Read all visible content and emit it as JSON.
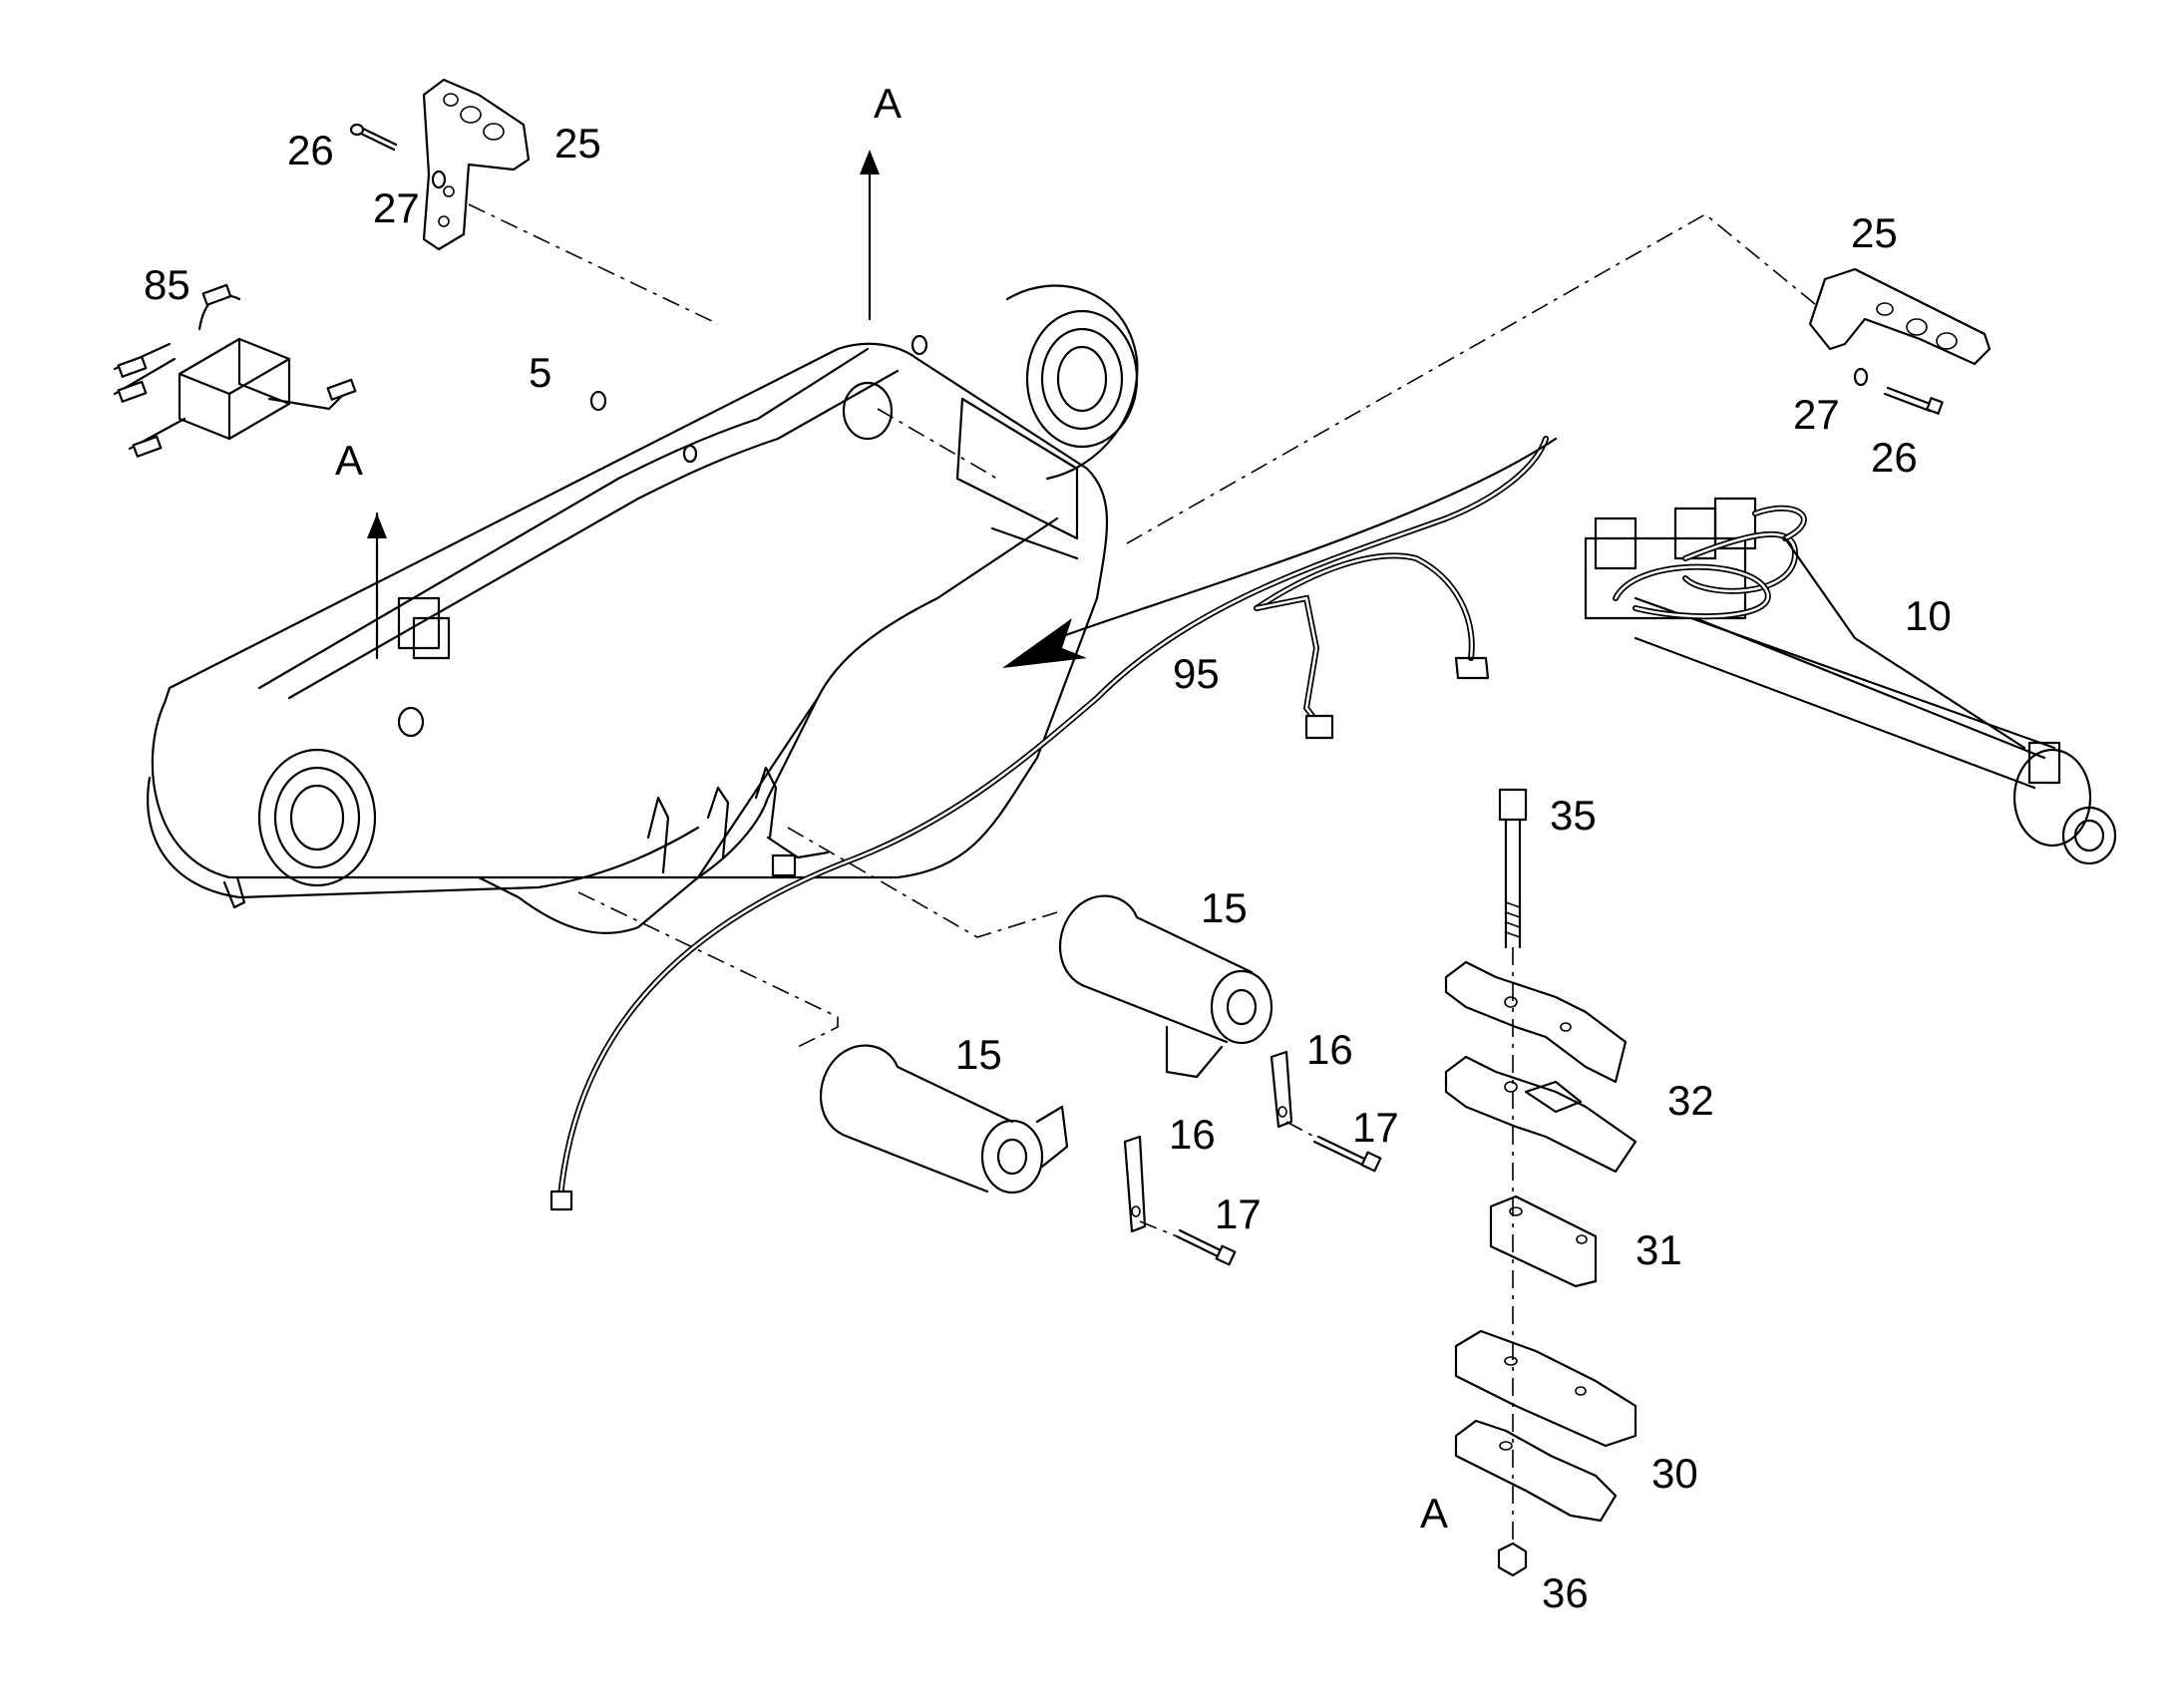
{
  "callouts": [
    {
      "id": "5",
      "text": "5"
    },
    {
      "id": "10",
      "text": "10"
    },
    {
      "id": "15a",
      "text": "15"
    },
    {
      "id": "15b",
      "text": "15"
    },
    {
      "id": "16a",
      "text": "16"
    },
    {
      "id": "16b",
      "text": "16"
    },
    {
      "id": "17a",
      "text": "17"
    },
    {
      "id": "17b",
      "text": "17"
    },
    {
      "id": "25a",
      "text": "25"
    },
    {
      "id": "25b",
      "text": "25"
    },
    {
      "id": "26a",
      "text": "26"
    },
    {
      "id": "26b",
      "text": "26"
    },
    {
      "id": "27a",
      "text": "27"
    },
    {
      "id": "27b",
      "text": "27"
    },
    {
      "id": "30",
      "text": "30"
    },
    {
      "id": "31",
      "text": "31"
    },
    {
      "id": "32",
      "text": "32"
    },
    {
      "id": "35",
      "text": "35"
    },
    {
      "id": "36",
      "text": "36"
    },
    {
      "id": "85",
      "text": "85"
    },
    {
      "id": "95",
      "text": "95"
    }
  ],
  "section_marks": [
    {
      "id": "A-top",
      "text": "A"
    },
    {
      "id": "A-left",
      "text": "A"
    },
    {
      "id": "A-bottom",
      "text": "A"
    }
  ]
}
